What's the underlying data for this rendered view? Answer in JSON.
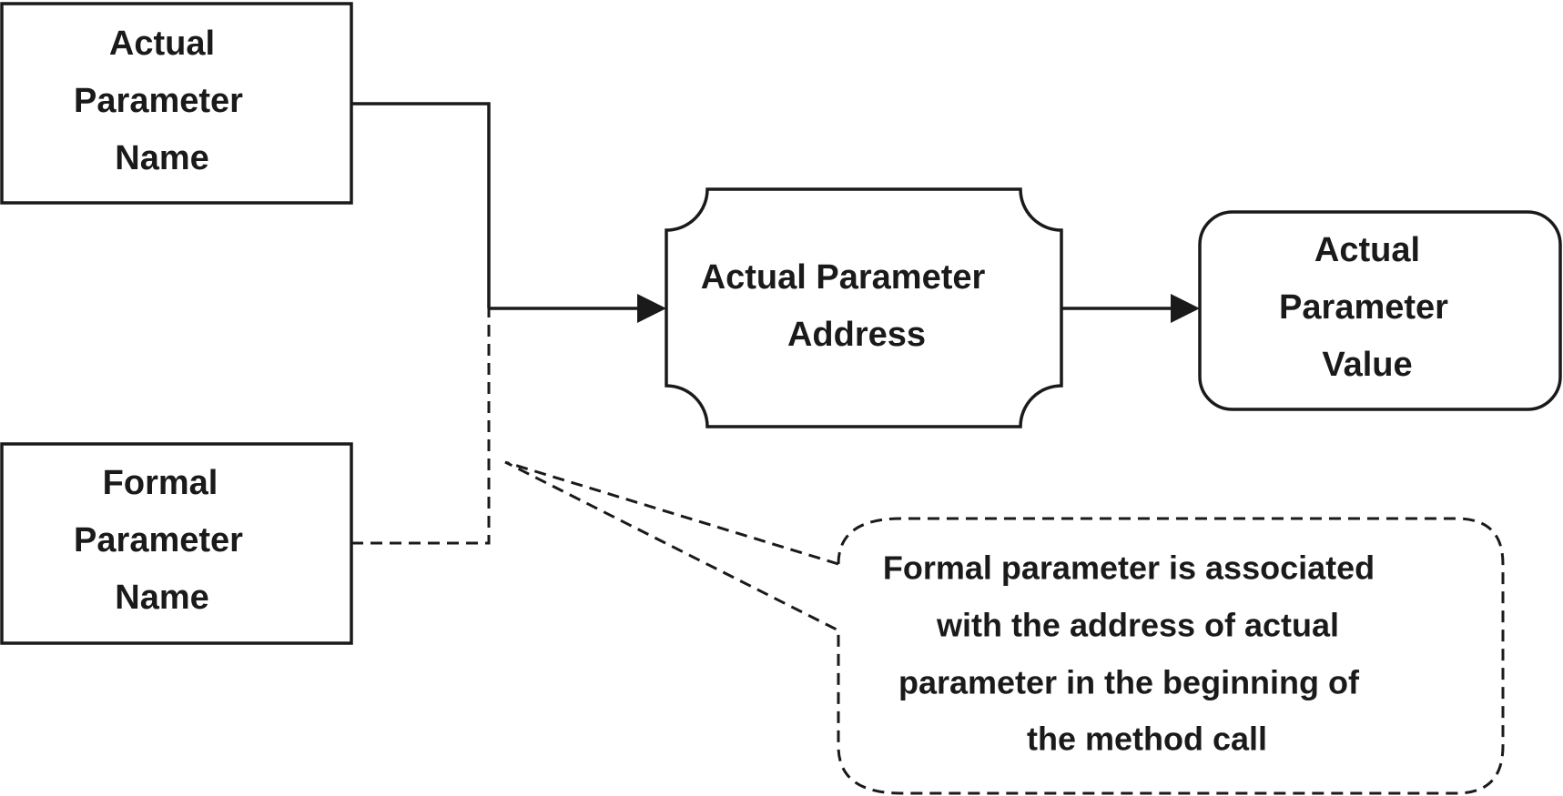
{
  "nodes": {
    "actual_name": {
      "lines": [
        "Actual",
        "Parameter",
        "Name"
      ]
    },
    "formal_name": {
      "lines": [
        "Formal",
        "Parameter",
        "Name"
      ]
    },
    "actual_address": {
      "lines": [
        "Actual Parameter",
        "Address"
      ]
    },
    "actual_value": {
      "lines": [
        "Actual",
        "Parameter",
        "Value"
      ]
    }
  },
  "callout": {
    "lines": [
      "Formal parameter is associated",
      "with the address of actual",
      "parameter in the beginning of",
      "the method call"
    ]
  },
  "colors": {
    "stroke": "#1a1a1a",
    "background": "#ffffff"
  }
}
